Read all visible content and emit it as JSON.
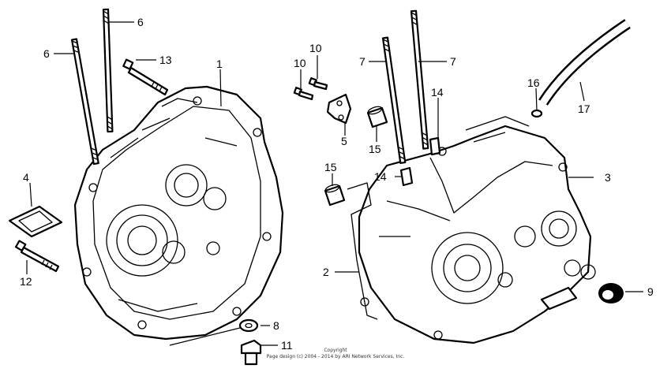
{
  "callouts": [
    {
      "id": "c1",
      "text": "1"
    },
    {
      "id": "c2",
      "text": "2"
    },
    {
      "id": "c3",
      "text": "3"
    },
    {
      "id": "c4",
      "text": "4"
    },
    {
      "id": "c5",
      "text": "5"
    },
    {
      "id": "c6a",
      "text": "6"
    },
    {
      "id": "c6b",
      "text": "6"
    },
    {
      "id": "c7a",
      "text": "7"
    },
    {
      "id": "c7b",
      "text": "7"
    },
    {
      "id": "c8",
      "text": "8"
    },
    {
      "id": "c9",
      "text": "9"
    },
    {
      "id": "c10a",
      "text": "10"
    },
    {
      "id": "c10b",
      "text": "10"
    },
    {
      "id": "c11",
      "text": "11"
    },
    {
      "id": "c12",
      "text": "12"
    },
    {
      "id": "c13",
      "text": "13"
    },
    {
      "id": "c14a",
      "text": "14"
    },
    {
      "id": "c14b",
      "text": "14"
    },
    {
      "id": "c15a",
      "text": "15"
    },
    {
      "id": "c15b",
      "text": "15"
    },
    {
      "id": "c16",
      "text": "16"
    },
    {
      "id": "c17",
      "text": "17"
    }
  ],
  "copyright": {
    "line1": "Copyright",
    "line2": "Page design (c) 2004 - 2014 by ARI Network Services, Inc."
  }
}
